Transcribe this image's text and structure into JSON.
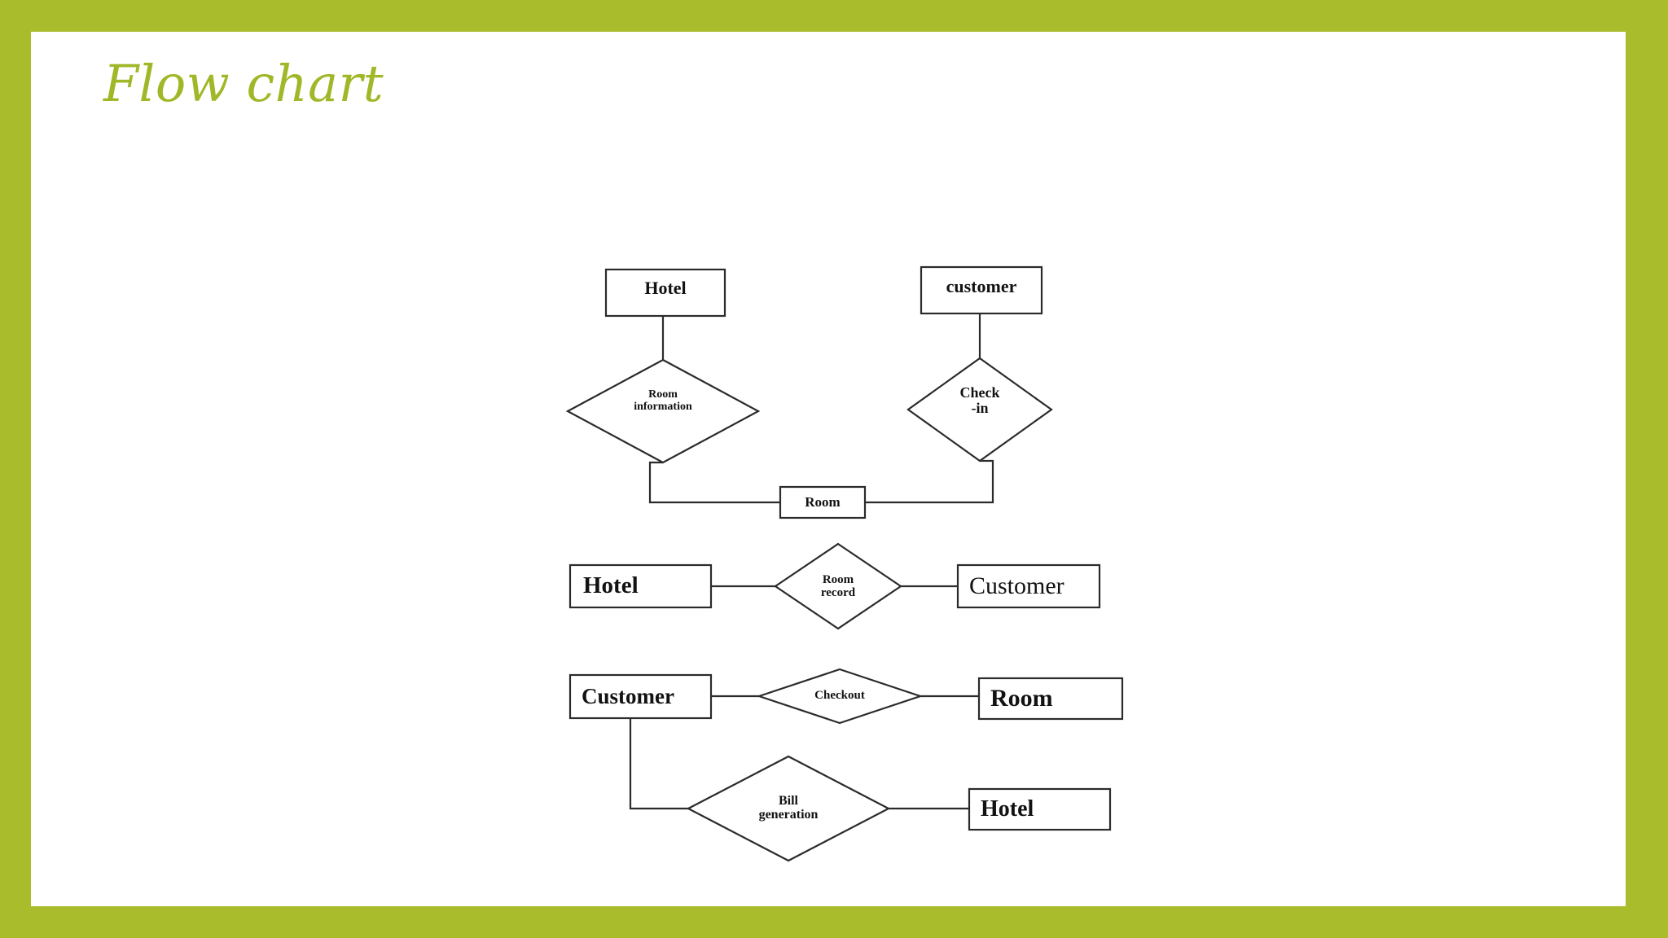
{
  "slide": {
    "title": "Flow chart",
    "border_color": "#a9bc2c",
    "canvas_color": "#ffffff",
    "title_color": "#a0b828"
  },
  "diagram": {
    "type": "er-diagram",
    "stroke_color": "#2b2b2b",
    "groups": [
      {
        "name": "room-information-checkin-group",
        "entities": [
          {
            "id": "hotel-top",
            "label": "Hotel",
            "shape": "rectangle"
          },
          {
            "id": "customer-top",
            "label": "customer",
            "shape": "rectangle"
          },
          {
            "id": "room-top",
            "label": "Room",
            "shape": "rectangle"
          }
        ],
        "relationships": [
          {
            "id": "room-information",
            "label": "Room\ninformation",
            "shape": "diamond"
          },
          {
            "id": "check-in",
            "label": "Check\n-in",
            "shape": "diamond"
          }
        ],
        "edges": [
          {
            "from": "hotel-top",
            "to": "room-information"
          },
          {
            "from": "customer-top",
            "to": "check-in"
          },
          {
            "from": "room-information",
            "to": "room-top"
          },
          {
            "from": "check-in",
            "to": "room-top"
          }
        ]
      },
      {
        "name": "room-record-group",
        "entities": [
          {
            "id": "hotel-row2",
            "label": "Hotel",
            "shape": "rectangle"
          },
          {
            "id": "customer-row2",
            "label": "Customer",
            "shape": "rectangle"
          }
        ],
        "relationships": [
          {
            "id": "room-record",
            "label": "Room\nrecord",
            "shape": "diamond"
          }
        ],
        "edges": [
          {
            "from": "hotel-row2",
            "to": "room-record"
          },
          {
            "from": "room-record",
            "to": "customer-row2"
          }
        ]
      },
      {
        "name": "checkout-bill-group",
        "entities": [
          {
            "id": "customer-row3",
            "label": "Customer",
            "shape": "rectangle"
          },
          {
            "id": "room-row3",
            "label": "Room",
            "shape": "rectangle"
          },
          {
            "id": "hotel-row4",
            "label": "Hotel",
            "shape": "rectangle"
          }
        ],
        "relationships": [
          {
            "id": "checkout",
            "label": "Checkout",
            "shape": "diamond"
          },
          {
            "id": "bill-generation",
            "label": "Bill\ngeneration",
            "shape": "diamond"
          }
        ],
        "edges": [
          {
            "from": "customer-row3",
            "to": "checkout"
          },
          {
            "from": "checkout",
            "to": "room-row3"
          },
          {
            "from": "customer-row3",
            "to": "bill-generation"
          },
          {
            "from": "bill-generation",
            "to": "hotel-row4"
          }
        ]
      }
    ],
    "labels": {
      "hotel_top": "Hotel",
      "customer_top": "customer",
      "room_information": "Room\ninformation",
      "check_in": "Check\n-in",
      "room_top": "Room",
      "hotel_row2": "Hotel",
      "room_record": "Room\nrecord",
      "customer_row2": "Customer",
      "customer_row3": "Customer",
      "checkout": "Checkout",
      "room_row3": "Room",
      "bill_generation": "Bill\ngeneration",
      "hotel_row4": "Hotel"
    }
  }
}
